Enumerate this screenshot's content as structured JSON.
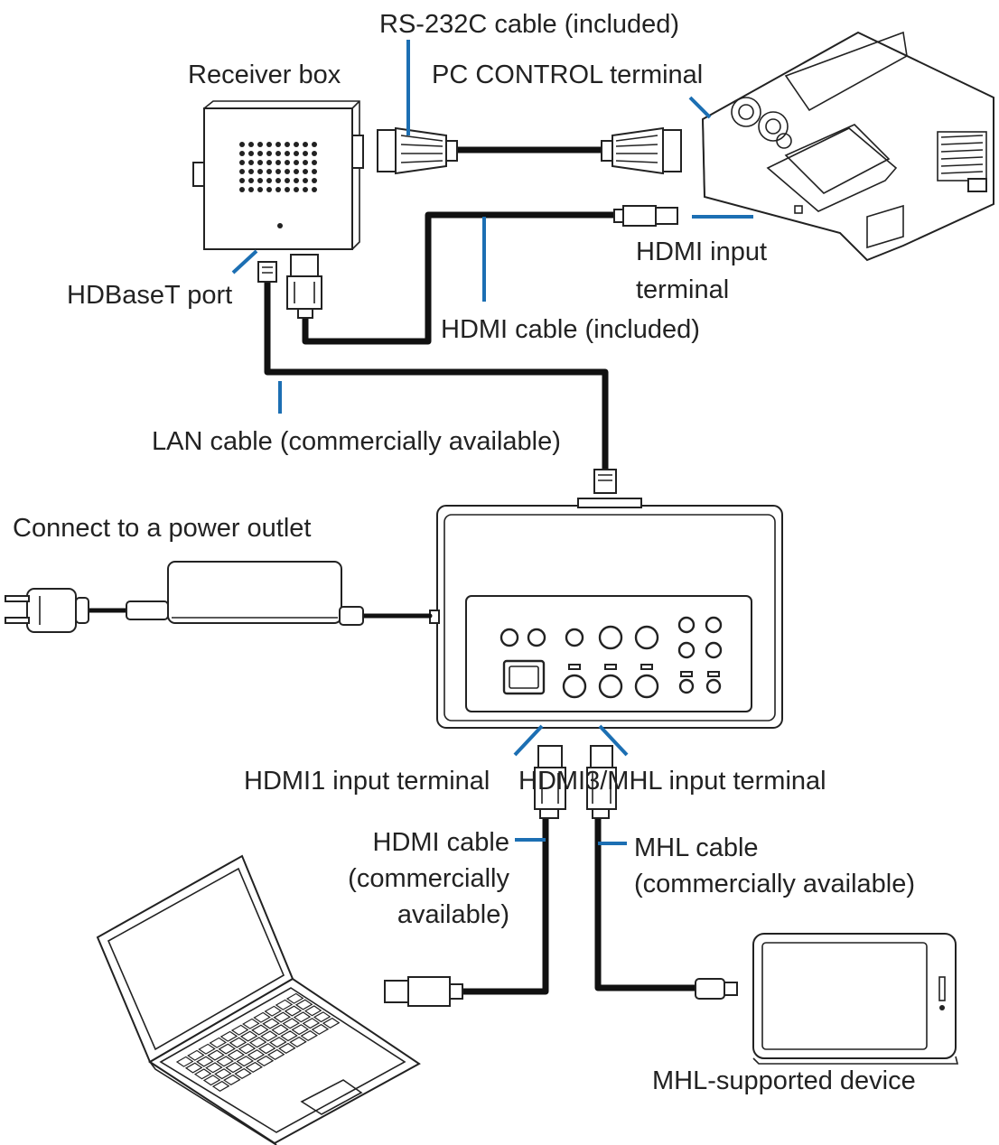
{
  "labels": {
    "rs232c_cable": "RS-232C cable (included)",
    "receiver_box": "Receiver box",
    "pc_control_terminal": "PC CONTROL terminal",
    "hdmi_input_terminal_line1": "HDMI input",
    "hdmi_input_terminal_line2": "terminal",
    "hdbaset_port": "HDBaseT port",
    "hdmi_cable_included": "HDMI cable (included)",
    "lan_cable": "LAN cable (commercially available)",
    "power_outlet": "Connect to a power outlet",
    "hdmi1_input_terminal": "HDMI1 input terminal",
    "hdmi3_mhl_input_terminal": "HDMI3/MHL input terminal",
    "hdmi_cable_commercial_line1": "HDMI cable",
    "hdmi_cable_commercial_line2": "(commercially",
    "hdmi_cable_commercial_line3": "available)",
    "mhl_cable_line1": "MHL cable",
    "mhl_cable_line2": "(commercially available)",
    "mhl_device": "MHL-supported device"
  },
  "colors": {
    "leader_line": "#1c6fb3",
    "cable": "#111111",
    "outline": "#222222",
    "text": "#222222",
    "background": "#ffffff"
  }
}
